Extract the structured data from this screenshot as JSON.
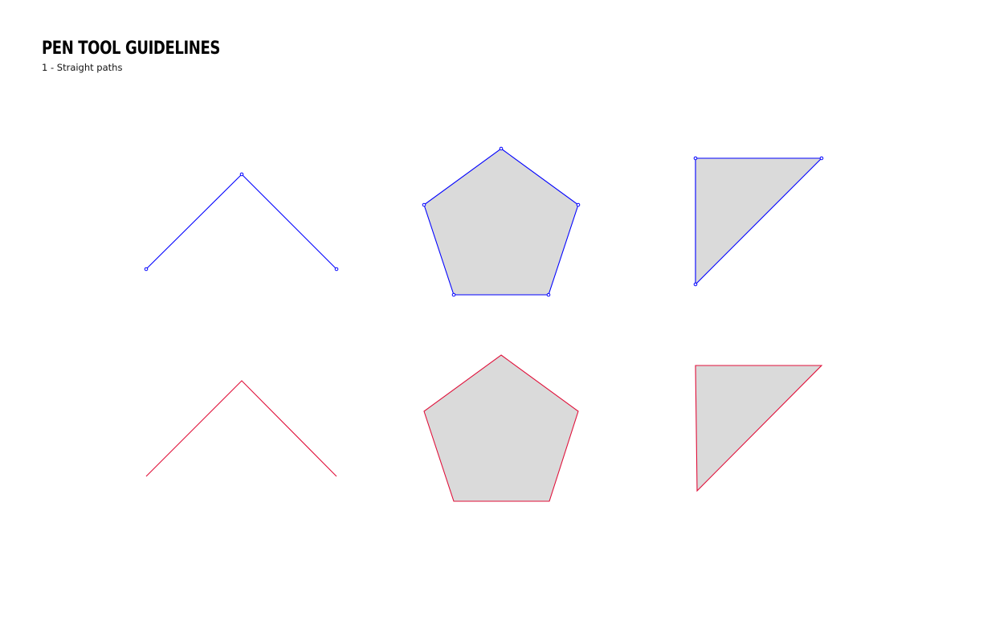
{
  "header": {
    "title": "PEN TOOL GUIDELINES",
    "subtitle": "1 - Straight paths"
  },
  "colors": {
    "selected_path": "#0000ff",
    "unselected_path": "#e0103a",
    "fill": "#dadada",
    "background": "#ffffff"
  },
  "rows": [
    {
      "name": "selected-row",
      "color_key": "selected_path",
      "show_anchors": true
    },
    {
      "name": "unselected-row",
      "color_key": "unselected_path",
      "show_anchors": false
    }
  ],
  "shapes": [
    {
      "name": "chevron-open-path",
      "type": "open-path",
      "filled": false
    },
    {
      "name": "pentagon-closed-path",
      "type": "closed-path",
      "filled": true
    },
    {
      "name": "triangle-closed-path",
      "type": "closed-path",
      "filled": true
    }
  ]
}
